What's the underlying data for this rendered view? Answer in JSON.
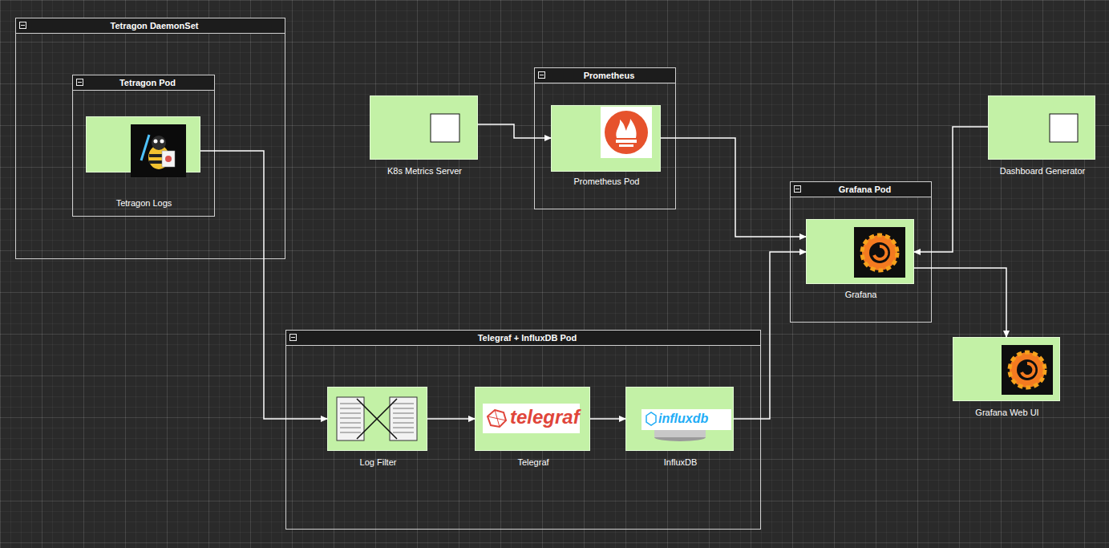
{
  "diagram": {
    "nodes": [
      {
        "text": [
          "Tetragon DaemonSet"
        ]
      },
      {
        "text": [
          "Tetragon Pod"
        ],
        "in": 0
      },
      {
        "text": [
          "Tetragon Logs"
        ],
        "in": 1
      },
      {
        "text": [
          "K8s Metrics Server"
        ]
      },
      {
        "text": [
          "Prometheus"
        ]
      },
      {
        "text": [
          "Prometheus Pod"
        ],
        "in": 4
      },
      {
        "text": [
          "Dashboard Generator"
        ]
      },
      {
        "text": [
          "Grafana Pod"
        ]
      },
      {
        "text": [
          "Grafana"
        ],
        "in": 7
      },
      {
        "text": [
          "Grafana Web UI"
        ]
      },
      {
        "text": [
          "Telegraf + InfluxDB Pod"
        ]
      },
      {
        "text": [
          "Log Filter"
        ],
        "in": 10
      },
      {
        "text": [
          "Telegraf"
        ],
        "in": 10
      },
      {
        "text": [
          "InfluxDB"
        ],
        "in": 10
      }
    ],
    "edges": [
      {
        "from": 2,
        "to": 11,
        "arrow": "to"
      },
      {
        "from": 3,
        "to": 5,
        "arrow": "to"
      },
      {
        "from": 5,
        "to": 8,
        "arrow": "to"
      },
      {
        "from": 6,
        "to": 8,
        "arrow": "to"
      },
      {
        "from": 8,
        "to": 9,
        "arrow": "to"
      },
      {
        "from": 11,
        "to": 12,
        "arrow": "to"
      },
      {
        "from": 12,
        "to": 13,
        "arrow": "to"
      },
      {
        "from": 13,
        "to": 8,
        "arrow": "to"
      }
    ],
    "labels": [
      "telegraf",
      "influxdb"
    ]
  }
}
